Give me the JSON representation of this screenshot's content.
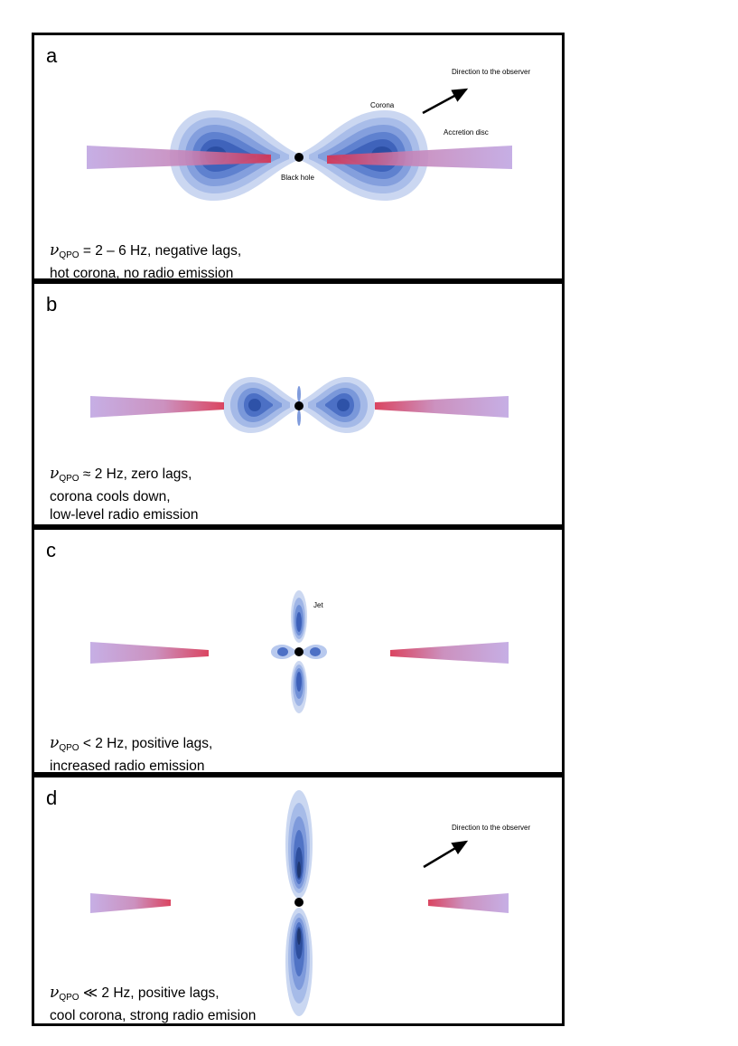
{
  "panels": [
    {
      "letter": "a",
      "labels": {
        "observer": "Direction to the observer",
        "corona": "Corona",
        "disc": "Accretion disc",
        "black_hole": "Black hole"
      },
      "caption": {
        "nu": "ν",
        "sub": "QPO",
        "line1_rest": " = 2 – 6  Hz, negative lags,",
        "line2": "hot corona, no radio emission"
      }
    },
    {
      "letter": "b",
      "caption": {
        "nu": "ν",
        "sub": "QPO",
        "line1_rest": " ≈ 2 Hz, zero lags,",
        "line2": "corona cools down,",
        "line3": "low-level radio emission"
      }
    },
    {
      "letter": "c",
      "labels": {
        "jet": "Jet"
      },
      "caption": {
        "nu": "ν",
        "sub": "QPO",
        "line1_rest": " < 2 Hz, positive lags,",
        "line2": "increased radio emission"
      }
    },
    {
      "letter": "d",
      "labels": {
        "observer": "Direction to the observer"
      },
      "caption": {
        "nu": "ν",
        "sub": "QPO",
        "line1_rest": " ≪ 2 Hz, positive lags,",
        "line2": "cool corona, strong radio emision"
      }
    }
  ],
  "colors": {
    "disc_outer": "#b9a2e0",
    "disc_inner": "#d23c5a",
    "corona_outer": "#c9d6f0",
    "corona_core": "#1f3f8f",
    "black_hole": "#000000"
  }
}
